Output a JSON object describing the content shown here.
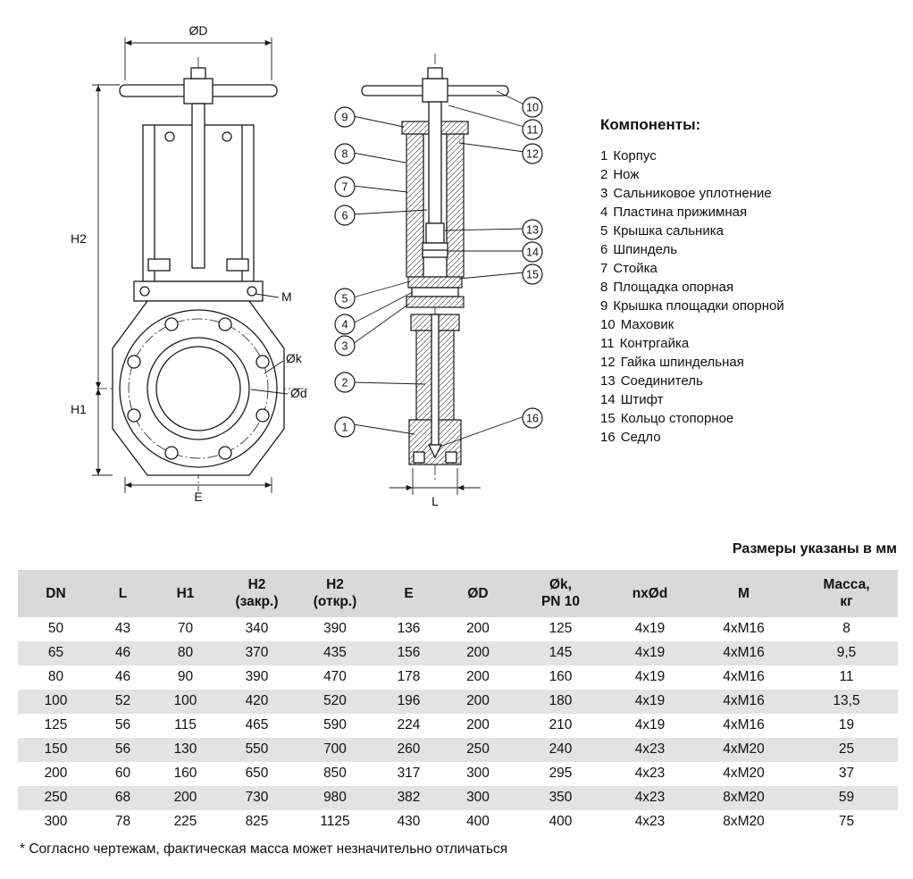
{
  "drawing": {
    "dims": {
      "od": "ØD",
      "h2": "H2",
      "h1": "H1",
      "e": "E",
      "m": "M",
      "ok": "Øk",
      "od_small": "Ød",
      "l": "L"
    },
    "callouts": [
      "1",
      "2",
      "3",
      "4",
      "5",
      "6",
      "7",
      "8",
      "9",
      "10",
      "11",
      "12",
      "13",
      "14",
      "15",
      "16"
    ]
  },
  "components": {
    "title": "Компоненты:",
    "items": [
      {
        "num": "1",
        "label": "Корпус"
      },
      {
        "num": "2",
        "label": "Нож"
      },
      {
        "num": "3",
        "label": "Сальниковое  уплотнение"
      },
      {
        "num": "4",
        "label": "Пластина прижимная"
      },
      {
        "num": "5",
        "label": "Крышка  сальника"
      },
      {
        "num": "6",
        "label": "Шпиндель"
      },
      {
        "num": "7",
        "label": "Стойка"
      },
      {
        "num": "8",
        "label": "Площадка опорная"
      },
      {
        "num": "9",
        "label": "Крышка  площадки  опорной"
      },
      {
        "num": "10",
        "label": "Маховик"
      },
      {
        "num": "11",
        "label": "Контргайка"
      },
      {
        "num": "12",
        "label": "Гайка  шпиндельная"
      },
      {
        "num": "13",
        "label": "Соединитель"
      },
      {
        "num": "14",
        "label": "Штифт"
      },
      {
        "num": "15",
        "label": "Кольцо  стопорное"
      },
      {
        "num": "16",
        "label": "Седло"
      }
    ]
  },
  "table": {
    "units_note": "Размеры указаны в мм",
    "headers": [
      [
        "DN"
      ],
      [
        "L"
      ],
      [
        "H1"
      ],
      [
        "H2",
        "(закр.)"
      ],
      [
        "H2",
        "(откр.)"
      ],
      [
        "E"
      ],
      [
        "ØD"
      ],
      [
        "Øk,",
        "PN 10"
      ],
      [
        "nxØd"
      ],
      [
        "M"
      ],
      [
        "Масса,",
        "кг"
      ]
    ],
    "rows": [
      [
        "50",
        "43",
        "70",
        "340",
        "390",
        "136",
        "200",
        "125",
        "4x19",
        "4xM16",
        "8"
      ],
      [
        "65",
        "46",
        "80",
        "370",
        "435",
        "156",
        "200",
        "145",
        "4x19",
        "4xM16",
        "9,5"
      ],
      [
        "80",
        "46",
        "90",
        "390",
        "470",
        "178",
        "200",
        "160",
        "4x19",
        "4xM16",
        "11"
      ],
      [
        "100",
        "52",
        "100",
        "420",
        "520",
        "196",
        "200",
        "180",
        "4x19",
        "4xM16",
        "13,5"
      ],
      [
        "125",
        "56",
        "115",
        "465",
        "590",
        "224",
        "200",
        "210",
        "4x19",
        "4xM16",
        "19"
      ],
      [
        "150",
        "56",
        "130",
        "550",
        "700",
        "260",
        "250",
        "240",
        "4x23",
        "4xM20",
        "25"
      ],
      [
        "200",
        "60",
        "160",
        "650",
        "850",
        "317",
        "300",
        "295",
        "4x23",
        "4xM20",
        "37"
      ],
      [
        "250",
        "68",
        "200",
        "730",
        "980",
        "382",
        "300",
        "350",
        "4x23",
        "8xM20",
        "59"
      ],
      [
        "300",
        "78",
        "225",
        "825",
        "1125",
        "430",
        "400",
        "400",
        "4x23",
        "8xM20",
        "75"
      ]
    ],
    "footnote": "* Согласно чертежам, фактическая масса может незначительно отличаться"
  }
}
